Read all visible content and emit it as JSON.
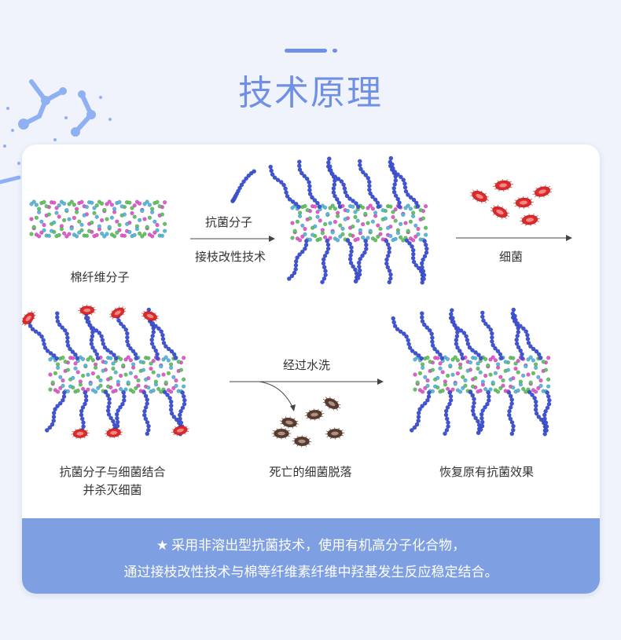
{
  "title": "技术原理",
  "labels": {
    "cotton_molecule": "棉纤维分子",
    "antibacterial_molecule": "抗菌分子",
    "graft_modification": "接枝改性技术",
    "bacteria": "细菌",
    "washing": "经过水洗",
    "combine_line1": "抗菌分子与细菌结合",
    "combine_line2": "并杀灭细菌",
    "dead_bacteria": "死亡的细菌脱落",
    "restore": "恢复原有抗菌效果"
  },
  "footer": {
    "star_icon": "star-icon",
    "line1": "采用非溶出型抗菌技术，使用有机高分子化合物，",
    "line2": "通过接枝改性技术与棉等纤维素纤维中羟基发生反应稳定结合。"
  },
  "colors": {
    "accent": "#6f90e4",
    "footer_bg": "#7e9fe2",
    "strand_pink": "#e25cd0",
    "strand_green": "#62c462",
    "strand_cyan": "#5ab8dc",
    "chain_blue": "#3f54d8",
    "bacteria_red": "#e02828",
    "dead_brown": "#5b3a2a"
  }
}
